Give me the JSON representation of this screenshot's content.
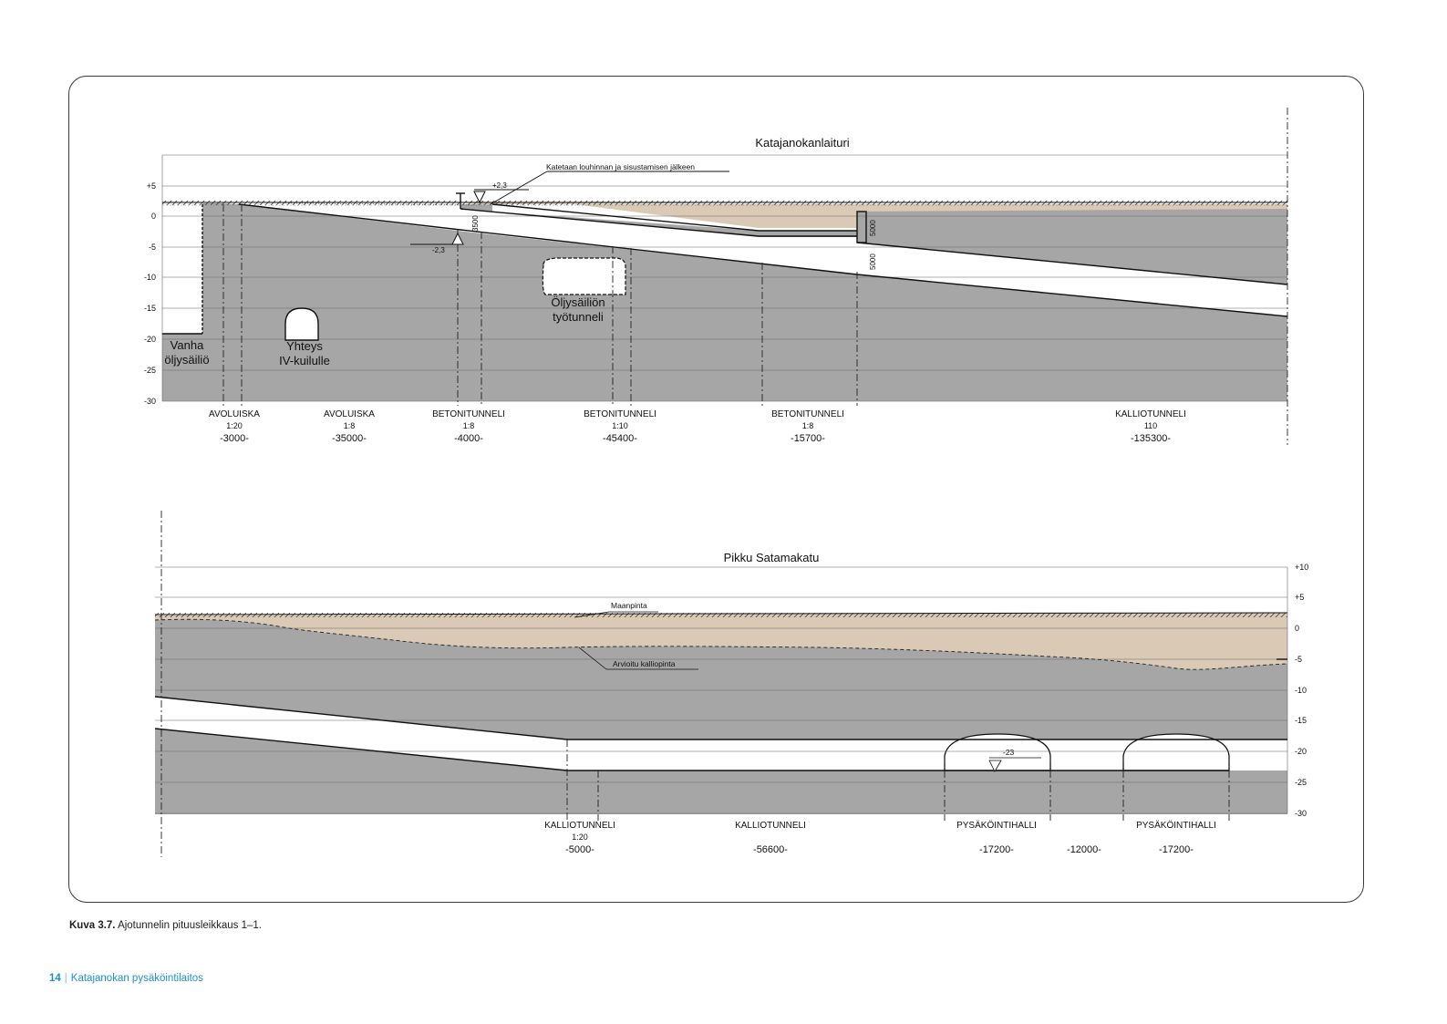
{
  "caption": {
    "label": "Kuva 3.7.",
    "text": "Ajotunnelin pituusleikkaus 1–1."
  },
  "footer": {
    "page": "14",
    "title": "Katajanokan pysäköintilaitos"
  },
  "top_section": {
    "title": "Katajanokanlaituri",
    "annotation": "Katetaan louhinnan ja sisustamisen jälkeen",
    "level_top": "+2,3",
    "level_bottom": "-2,3",
    "dim_3500": "3500",
    "dim_5000_a": "5000",
    "dim_5000_b": "5000",
    "y_labels": [
      "+5",
      "0",
      "-5",
      "-10",
      "-15",
      "-20",
      "-25",
      "-30"
    ],
    "labels": {
      "old_tank_1": "Vanha",
      "old_tank_2": "öljysäiliö",
      "connection_1": "Yhteys",
      "connection_2": "IV-kuilulle",
      "work_tunnel_1": "Öljysäiliön",
      "work_tunnel_2": "työtunneli"
    },
    "segments": [
      {
        "name": "AVOLUISKA",
        "slope": "1:20",
        "length": "-3000-"
      },
      {
        "name": "AVOLUISKA",
        "slope": "1:8",
        "length": "-35000-"
      },
      {
        "name": "BETONITUNNELI",
        "slope": "1:8",
        "length": "-4000-"
      },
      {
        "name": "BETONITUNNELI",
        "slope": "1:10",
        "length": "-45400-"
      },
      {
        "name": "BETONITUNNELI",
        "slope": "1:8",
        "length": "-15700-"
      },
      {
        "name": "KALLIOTUNNELI",
        "slope": "110",
        "length": "-135300-"
      }
    ]
  },
  "bottom_section": {
    "title": "Pikku Satamakatu",
    "ground_label": "Maanpinta",
    "rock_label": "Arvioitu kalliopinta",
    "level": "-23",
    "y_labels": [
      "+10",
      "+5",
      "0",
      "-5",
      "-10",
      "-15",
      "-20",
      "-25",
      "-30"
    ],
    "segments": [
      {
        "name": "KALLIOTUNNELI",
        "slope": "1:20",
        "length": "-5000-"
      },
      {
        "name": "KALLIOTUNNELI",
        "slope": "",
        "length": "-56600-"
      },
      {
        "name": "PYSÄKÖINTIHALLI",
        "slope": "",
        "length": "-17200-"
      },
      {
        "name": "",
        "slope": "",
        "length": "-12000-"
      },
      {
        "name": "PYSÄKÖINTIHALLI",
        "slope": "",
        "length": "-17200-"
      }
    ]
  },
  "colors": {
    "rock": "#a6a6a6",
    "soil": "#d9c9b5",
    "line": "#111111",
    "accent": "#1d8fc9"
  }
}
